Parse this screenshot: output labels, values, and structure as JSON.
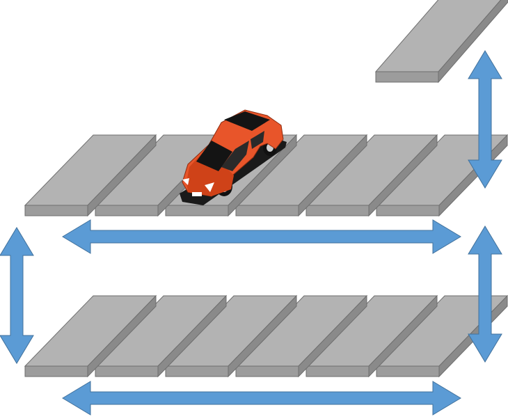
{
  "diagram": {
    "kind": "puzzle-parking-system",
    "levels": [
      {
        "id": "upper",
        "pallet_count": 6,
        "occupied_slot": 3
      },
      {
        "id": "lower",
        "pallet_count": 6,
        "occupied_slot": null
      }
    ],
    "separate_pallet": {
      "id": "top-right-lift"
    },
    "movement_arrows": [
      {
        "id": "upper-horizontal",
        "direction": "horizontal"
      },
      {
        "id": "lower-horizontal",
        "direction": "horizontal"
      },
      {
        "id": "left-vertical",
        "direction": "vertical"
      },
      {
        "id": "right-upper-vertical",
        "direction": "vertical"
      },
      {
        "id": "right-lower-vertical",
        "direction": "vertical"
      }
    ],
    "vehicle": {
      "type": "car",
      "body_color": "#e8552a",
      "icon": "car-icon"
    },
    "colors": {
      "pallet_top": "#b3b3b3",
      "pallet_front": "#9c9c9c",
      "pallet_side": "#8a8a8a",
      "pallet_edge": "#6e6e6e",
      "arrow": "#5b9bd5",
      "arrow_edge": "#41719c"
    }
  }
}
